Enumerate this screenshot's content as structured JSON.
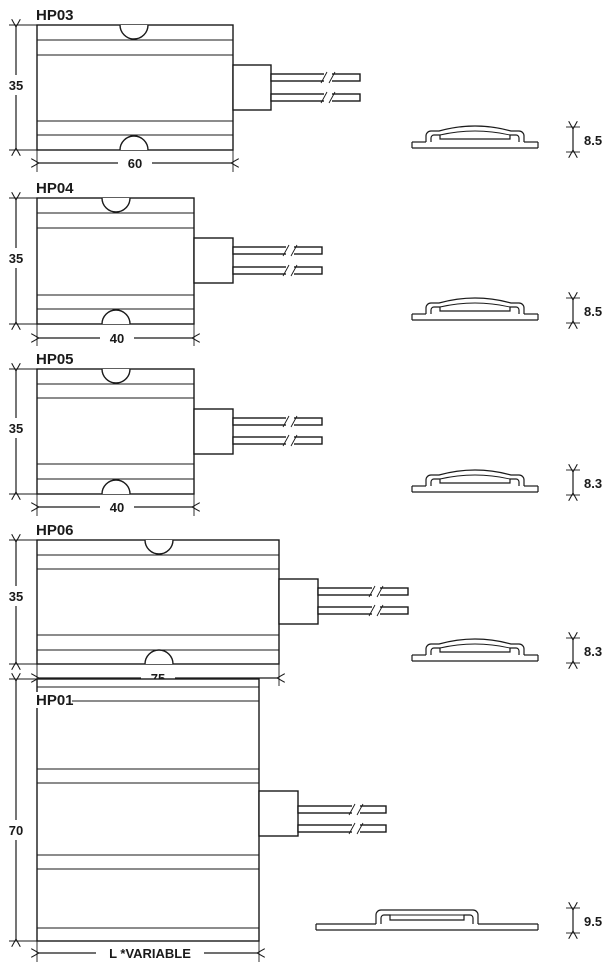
{
  "heaters": [
    {
      "label": "HP03",
      "height_label": "35",
      "width_label": "60",
      "thickness_label": "8.5"
    },
    {
      "label": "HP04",
      "height_label": "35",
      "width_label": "40",
      "thickness_label": "8.5"
    },
    {
      "label": "HP05",
      "height_label": "35",
      "width_label": "40",
      "thickness_label": "8.3"
    },
    {
      "label": "HP06",
      "height_label": "35",
      "width_label": "75",
      "thickness_label": "8.3"
    },
    {
      "label": "HP01",
      "height_label": "70",
      "width_label": "L *VARIABLE",
      "thickness_label": "9.5"
    }
  ]
}
